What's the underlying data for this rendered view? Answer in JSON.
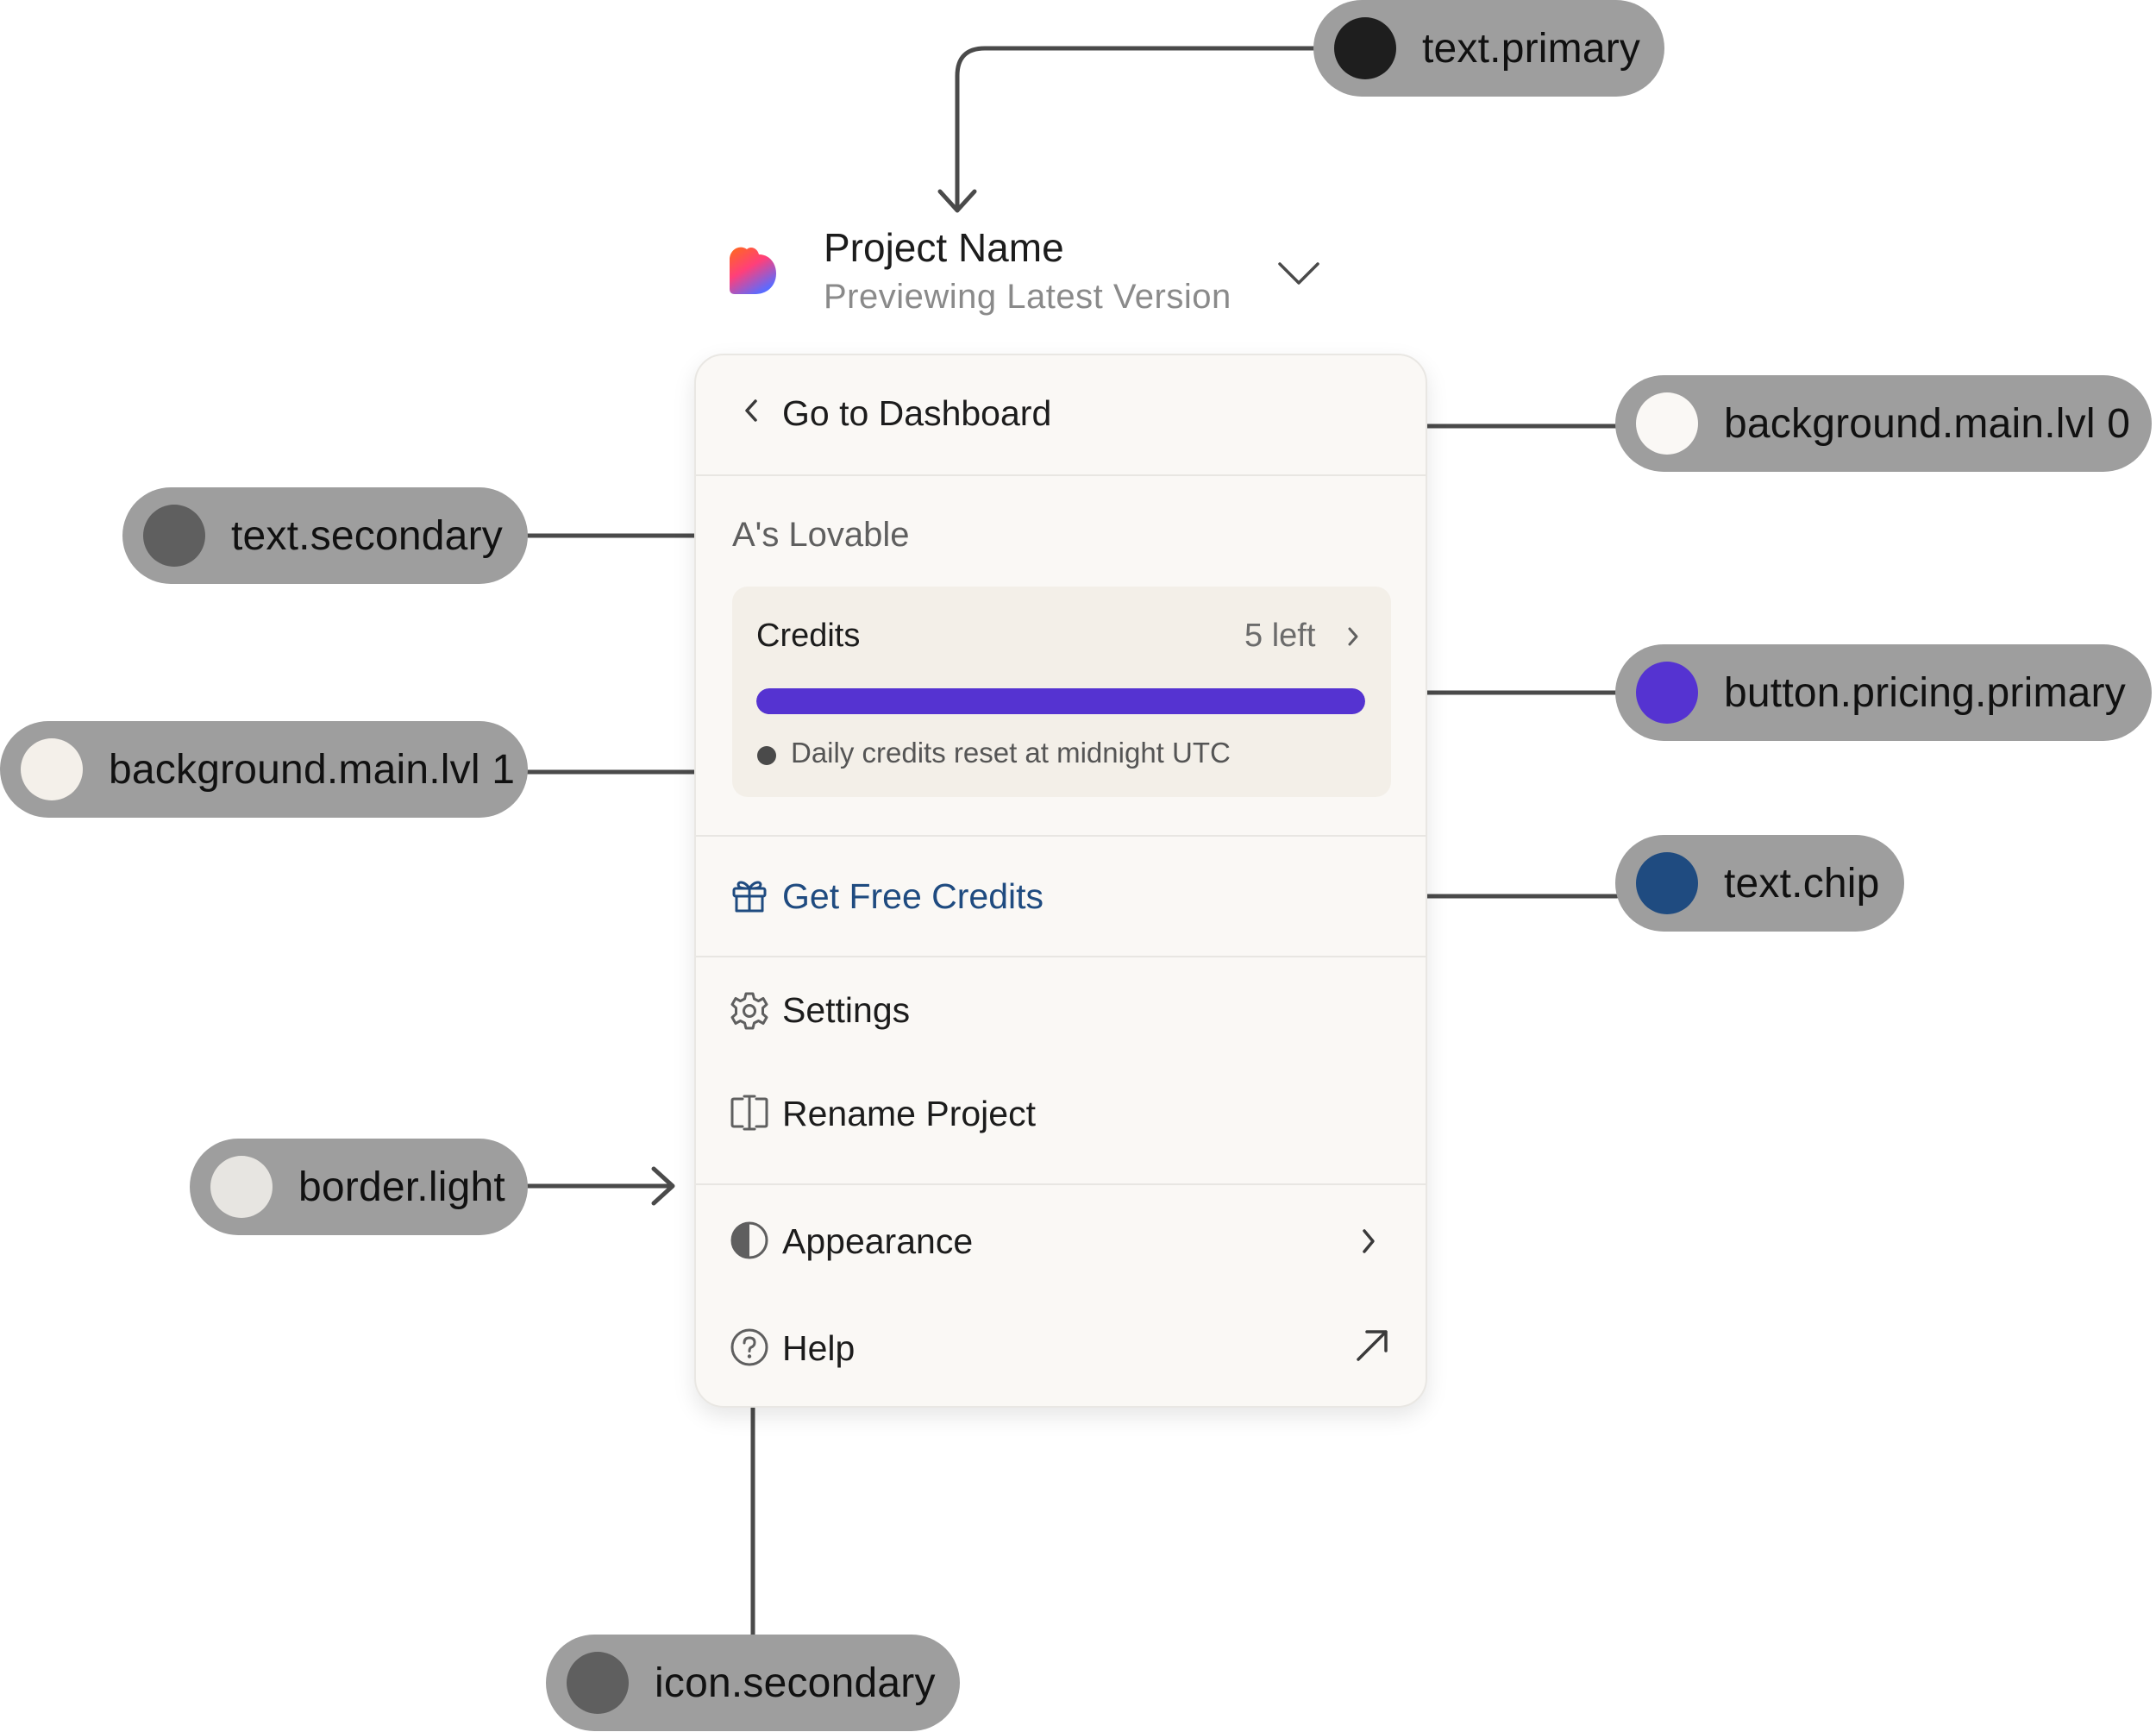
{
  "project": {
    "title": "Project Name",
    "subtitle": "Previewing Latest Version"
  },
  "menu": {
    "go_to_dashboard": "Go to Dashboard",
    "workspace": "A's Lovable",
    "credits": {
      "label": "Credits",
      "remaining": "5 left",
      "progress_fraction": 1.0,
      "note": "Daily credits reset at midnight UTC"
    },
    "get_free_credits": "Get Free Credits",
    "settings": "Settings",
    "rename_project": "Rename Project",
    "appearance": "Appearance",
    "help": "Help"
  },
  "tokens": [
    {
      "id": "text_primary",
      "label": "text.primary",
      "color": "#1e1e1e"
    },
    {
      "id": "bg_lvl0",
      "label": "background.main.lvl 0",
      "color": "#faf8f5"
    },
    {
      "id": "text_secondary",
      "label": "text.secondary",
      "color": "#5f5f5f"
    },
    {
      "id": "button_pricing",
      "label": "button.pricing.primary",
      "color": "#5533d1"
    },
    {
      "id": "bg_lvl1",
      "label": "background.main.lvl 1",
      "color": "#f4f0ea"
    },
    {
      "id": "text_chip",
      "label": "text.chip",
      "color": "#1f4b80"
    },
    {
      "id": "border_light",
      "label": "border.light",
      "color": "#e7e5e1"
    },
    {
      "id": "icon_secondary",
      "label": "icon.secondary",
      "color": "#5f5f5f"
    }
  ],
  "colors": {
    "pill_bg": "#9e9e9e",
    "arrow": "#4a4a4a",
    "chip_text": "#1f4b80"
  }
}
